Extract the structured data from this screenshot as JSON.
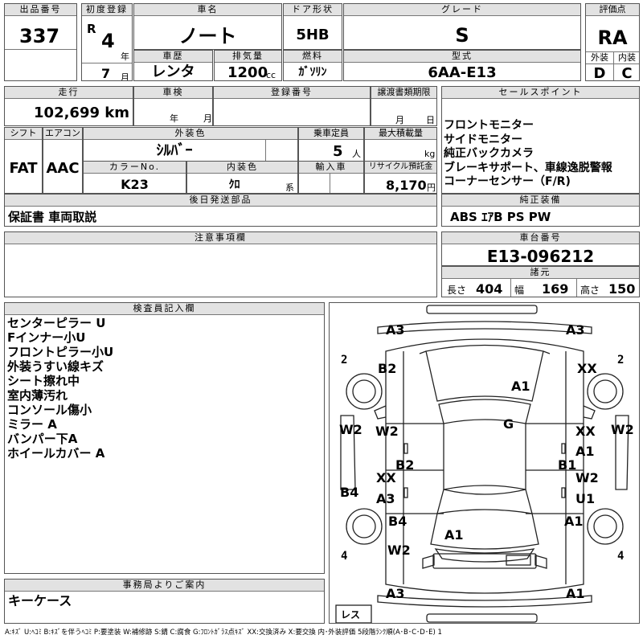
{
  "lot": {
    "h": "出品番号",
    "v": "337"
  },
  "reg": {
    "h": "初度登録",
    "era": "R",
    "year": "4",
    "year_unit": "年",
    "month": "7",
    "month_unit": "月"
  },
  "car": {
    "h": "車名",
    "v": "ノート"
  },
  "door": {
    "h": "ドア形状",
    "v": "5HB"
  },
  "grade": {
    "h": "グレード",
    "v": "S"
  },
  "score": {
    "h": "評価点",
    "v": "RA",
    "ext_h": "外装",
    "int_h": "内装",
    "ext": "D",
    "int": "C"
  },
  "history": {
    "h": "車歴",
    "v": "レンタ"
  },
  "disp": {
    "h": "排気量",
    "v": "1200",
    "unit": "cc"
  },
  "fuel": {
    "h": "燃料",
    "v": "ｶﾞｿﾘﾝ"
  },
  "model": {
    "h": "型式",
    "v": "6AA-E13"
  },
  "mileage": {
    "h": "走行",
    "v": "102,699 km"
  },
  "inspection": {
    "h": "車検",
    "year_unit": "年",
    "month_unit": "月"
  },
  "regno": {
    "h": "登録番号"
  },
  "transfer": {
    "h": "譲渡書類期限",
    "month_unit": "月",
    "day_unit": "日"
  },
  "shift": {
    "h": "シフト",
    "v": "FAT"
  },
  "ac": {
    "h": "エアコン",
    "v": "AAC"
  },
  "extcolor": {
    "h": "外装色",
    "v": "ｼﾙﾊﾞｰ"
  },
  "capacity": {
    "h": "乗車定員",
    "v": "5",
    "unit": "人"
  },
  "load": {
    "h": "最大積載量",
    "unit": "kg"
  },
  "colorno": {
    "h": "カラーNo.",
    "v": "K23"
  },
  "intcolor": {
    "h": "内装色",
    "v": "ｸﾛ",
    "unit": "系"
  },
  "import": {
    "h": "輸入車"
  },
  "recycle": {
    "h": "リサイクル預託金",
    "v": "8,170",
    "unit": "円"
  },
  "later": {
    "h": "後日発送部品",
    "v": "保証書 車両取説"
  },
  "sales": {
    "h": "セールスポイント",
    "items": [
      "フロントモニター",
      "サイドモニター",
      "純正バックカメラ",
      "ブレーキサポート、車線逸脱警報",
      "コーナーセンサー（F/R)"
    ]
  },
  "equip": {
    "h": "純正装備",
    "v": "ABS ｴｱB PS PW"
  },
  "notes": {
    "h": "注意事項欄"
  },
  "chassis": {
    "h": "車台番号",
    "v": "E13-096212"
  },
  "dims": {
    "h": "諸元",
    "l_h": "長さ",
    "l": "404",
    "w_h": "幅",
    "w": "169",
    "ht_h": "高さ",
    "ht": "150"
  },
  "inspector": {
    "h": "検査員記入欄",
    "items": [
      "センターピラー U",
      "Fインナー小U",
      "フロントピラー小U",
      "外装うすい線キズ",
      "シート擦れ中",
      "室内薄汚れ",
      "コンソール傷小",
      "ミラー A",
      "バンパー下A",
      "ホイールカバー A"
    ]
  },
  "office": {
    "h": "事務局よりご案内",
    "v": "キーケース"
  },
  "legend": "A:ｷｽﾞ U:ﾍｺﾐ B:ｷｽﾞを伴うﾍｺﾐ P:要塗装 W:補修跡 S:錆 C:腐食 G:ﾌﾛﾝﾄｶﾞﾗｽ点ｷｽﾞ XX:交換済み X:要交換 内･外装評価 5段階ﾗﾝｸ順(A･B･C･D･E) 1",
  "diagram": {
    "tires": [
      "2",
      "2",
      "4",
      "4"
    ],
    "spare": "レス",
    "marks": [
      "A3",
      "A3",
      "B2",
      "XX",
      "A1",
      "W2",
      "W2",
      "G",
      "XX",
      "W2",
      "A1",
      "B2",
      "B1",
      "XX",
      "W2",
      "B4",
      "A3",
      "U1",
      "B4",
      "A1",
      "A1",
      "W2",
      "A3",
      "A1"
    ]
  }
}
